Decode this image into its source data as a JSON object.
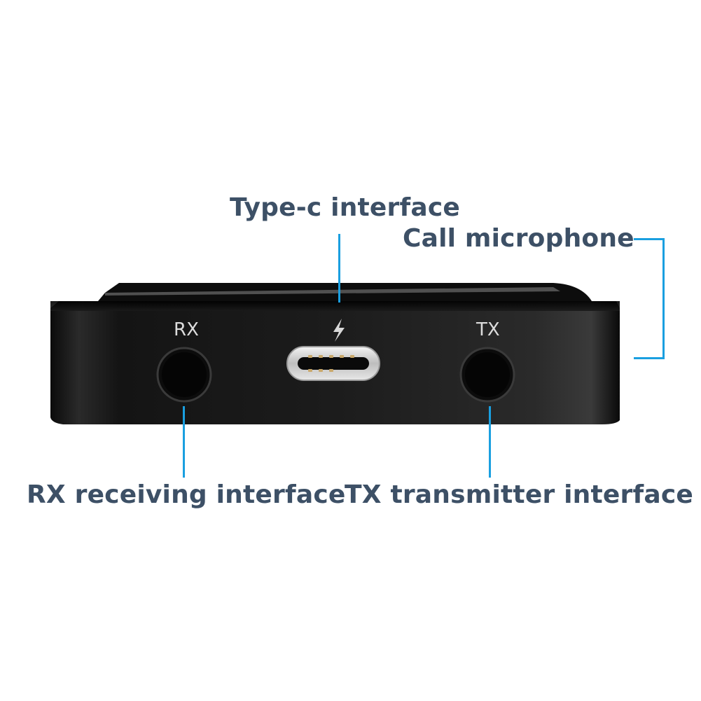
{
  "labels": {
    "type_c": "Type-c interface",
    "call_mic": "Call microphone",
    "rx": "RX receiving interface",
    "tx": "TX transmitter interface"
  },
  "device": {
    "rx_port_label": "RX",
    "tx_port_label": "TX",
    "charge_icon": "lightning-bolt-icon"
  },
  "colors": {
    "label_text": "#3d5066",
    "leader_line": "#1a9fe0",
    "device_body": "#111111",
    "port_label": "#dcdcdc"
  }
}
